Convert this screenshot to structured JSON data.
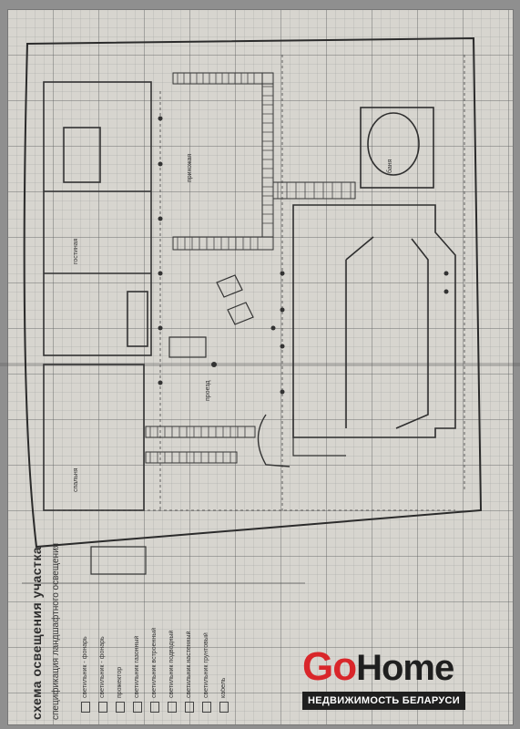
{
  "document": {
    "title": "схема освещения участка",
    "subtitle": "спецификация ландшафтного освещения",
    "rooms": [
      "прихожая",
      "проезд",
      "гостиная",
      "спальня",
      "баня"
    ],
    "legend_items": [
      "светильник - фонарь",
      "светильник - фонарь",
      "прожектор",
      "светильник газонный",
      "светильник встроенный",
      "светильник подводный",
      "светильник настенный",
      "светильник грунтовый",
      "кабель"
    ]
  },
  "watermark": {
    "brand_go": "Go",
    "brand_home": "Home",
    "tagline": "НЕДВИЖИМОСТЬ БЕЛАРУСИ",
    "colors": {
      "accent": "#d9262a",
      "dark": "#1f1f1f"
    }
  }
}
